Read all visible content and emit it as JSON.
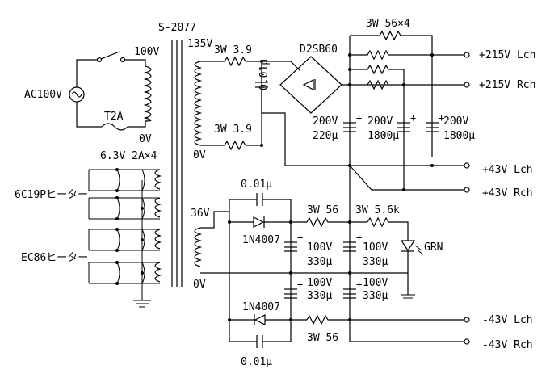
{
  "diagram": {
    "transformer": {
      "part": "S-2077"
    },
    "primary": {
      "tap_100v": "100V",
      "tap_0v": "0V",
      "fuse": "T2A",
      "source": "AC100V"
    },
    "heaters": {
      "spec": "6.3V 2A×4",
      "label_a": "6C19Pヒーター",
      "label_b": "EC86ヒーター"
    },
    "hv": {
      "tap": "135V",
      "tap_0v": "0V",
      "bridge": "D2SB60",
      "r_top": "3W 3.9",
      "r_bot": "3W 3.9",
      "cap": "0.01μ",
      "bleed_r": "3W 56×4",
      "c1": [
        "200V",
        "220μ"
      ],
      "c2": [
        "200V",
        "1800μ"
      ],
      "c3": [
        "200V",
        "1800μ"
      ]
    },
    "lv": {
      "tap": "36V",
      "tap_0v": "0V",
      "cap_top": "0.01μ",
      "cap_bot": "0.01μ",
      "diode_top": "1N4007",
      "diode_bot": "1N4007",
      "r1": "3W 56",
      "r2": "3W 5.6k",
      "r3": "3W 56",
      "c_a": [
        "100V",
        "330μ"
      ],
      "c_b": [
        "100V",
        "330μ"
      ],
      "c_c": [
        "100V",
        "330μ"
      ],
      "c_d": [
        "100V",
        "330μ"
      ],
      "led": "GRN"
    },
    "outputs": [
      "+215V Lch",
      "+215V Rch",
      "+43V Lch",
      "+43V Rch",
      "-43V Lch",
      "-43V Rch"
    ]
  }
}
